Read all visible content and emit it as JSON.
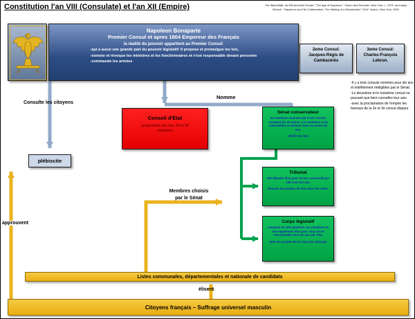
{
  "page": {
    "title": "Constitution l'an VIII (Consulate) et l'an XII (Empire)",
    "citation": "Par iMaestDijit, da Will and Ariel Durant, \"The Age of Napoleon\", Simon and Schuster, New York, r., 1975, and Isaac Woloch, \"Napoleon and His Collaborators: The Making of a Dictatorship\", W.W. Norton, New York, 2001."
  },
  "napoleon": {
    "title": "Napoleon Bonaparte",
    "subtitle": "Premier Consul et apres 1804 Empereur des Français",
    "intro": "la réalité du pouvoir appartient au Premier Consul:",
    "points": [
      "-qui a aussi une grande part du pouvoir législatif: Il propose et promulgue les lois,",
      "-nomme et révoque les ministres et les fonctionnaires et n'est responsable devant personne",
      "-commande les armées"
    ]
  },
  "consuls": [
    {
      "title": "2eme Consul:",
      "name": "Jacques-Régis de Cambacérès"
    },
    {
      "title": "3eme Consul:",
      "name": "Charles-François Lebrun."
    }
  ],
  "side_note": [
    "-Il y a trois consuls nommés pour dix ans et indéfiniment rééligibles par le Sénat.",
    "-Le deuxième et le troisième consul ne pouvant que faire connaître leur avis",
    "-avec la proclamation de l'empire les bureaux de la 2e et 3e consul disparu"
  ],
  "conseil_etat": {
    "title": "Conseil d'État",
    "body": "préparation des lois, 30 et 50 membres"
  },
  "senat": {
    "title": "Sénat conservateur",
    "body": "60 membres nommés par le 1er Consul cooptant les 20 autres. Les membres sont inamovibles et doivent avoir au moins 40 ans.",
    "role": "Vérifie les lois"
  },
  "tribunat": {
    "title": "Tribunat",
    "body": "100 députés élus pour 10 ans, renouvelé par 1/5e tous les ans.",
    "role": "Discute les projets de lois sans les voter."
  },
  "corps_legislatif": {
    "title": "Corps législatif",
    "body": "composé de 300 membres, les membres en sont également élus pour cinq ans et renouvelable tous les ans par 1/5e.",
    "role": "Vote les projets de loi sans les discuter"
  },
  "plebiscite": {
    "label": "plébiscite"
  },
  "labels": {
    "consulte": "Consulte les citoyens",
    "nomme": "Nomme",
    "membres_line1": "Membres choisis",
    "membres_line2": "par le Sénat",
    "approuvent": "approuvent",
    "elisent": "élisent"
  },
  "bars": {
    "listes": "Listes communales, départementales et nationale de candidats",
    "citoyens": "Citoyens français – Suffrage universel masculin"
  },
  "icons": {
    "eagle": "imperial-eagle-icon"
  },
  "colors": {
    "napoleon_box": "#2c4c85",
    "consul_box": "#9cb0c9",
    "red_box": "#e40000",
    "green_box": "#00a344",
    "yellow_bar": "#e9ae12",
    "plebiscite_box": "#cdd9ea",
    "arrow_blue": "#92aac9",
    "arrow_yellow": "#e9b320",
    "arrow_green": "#00a24e",
    "green_box_text": "#1520b5",
    "red_box_text": "#7a0000"
  }
}
